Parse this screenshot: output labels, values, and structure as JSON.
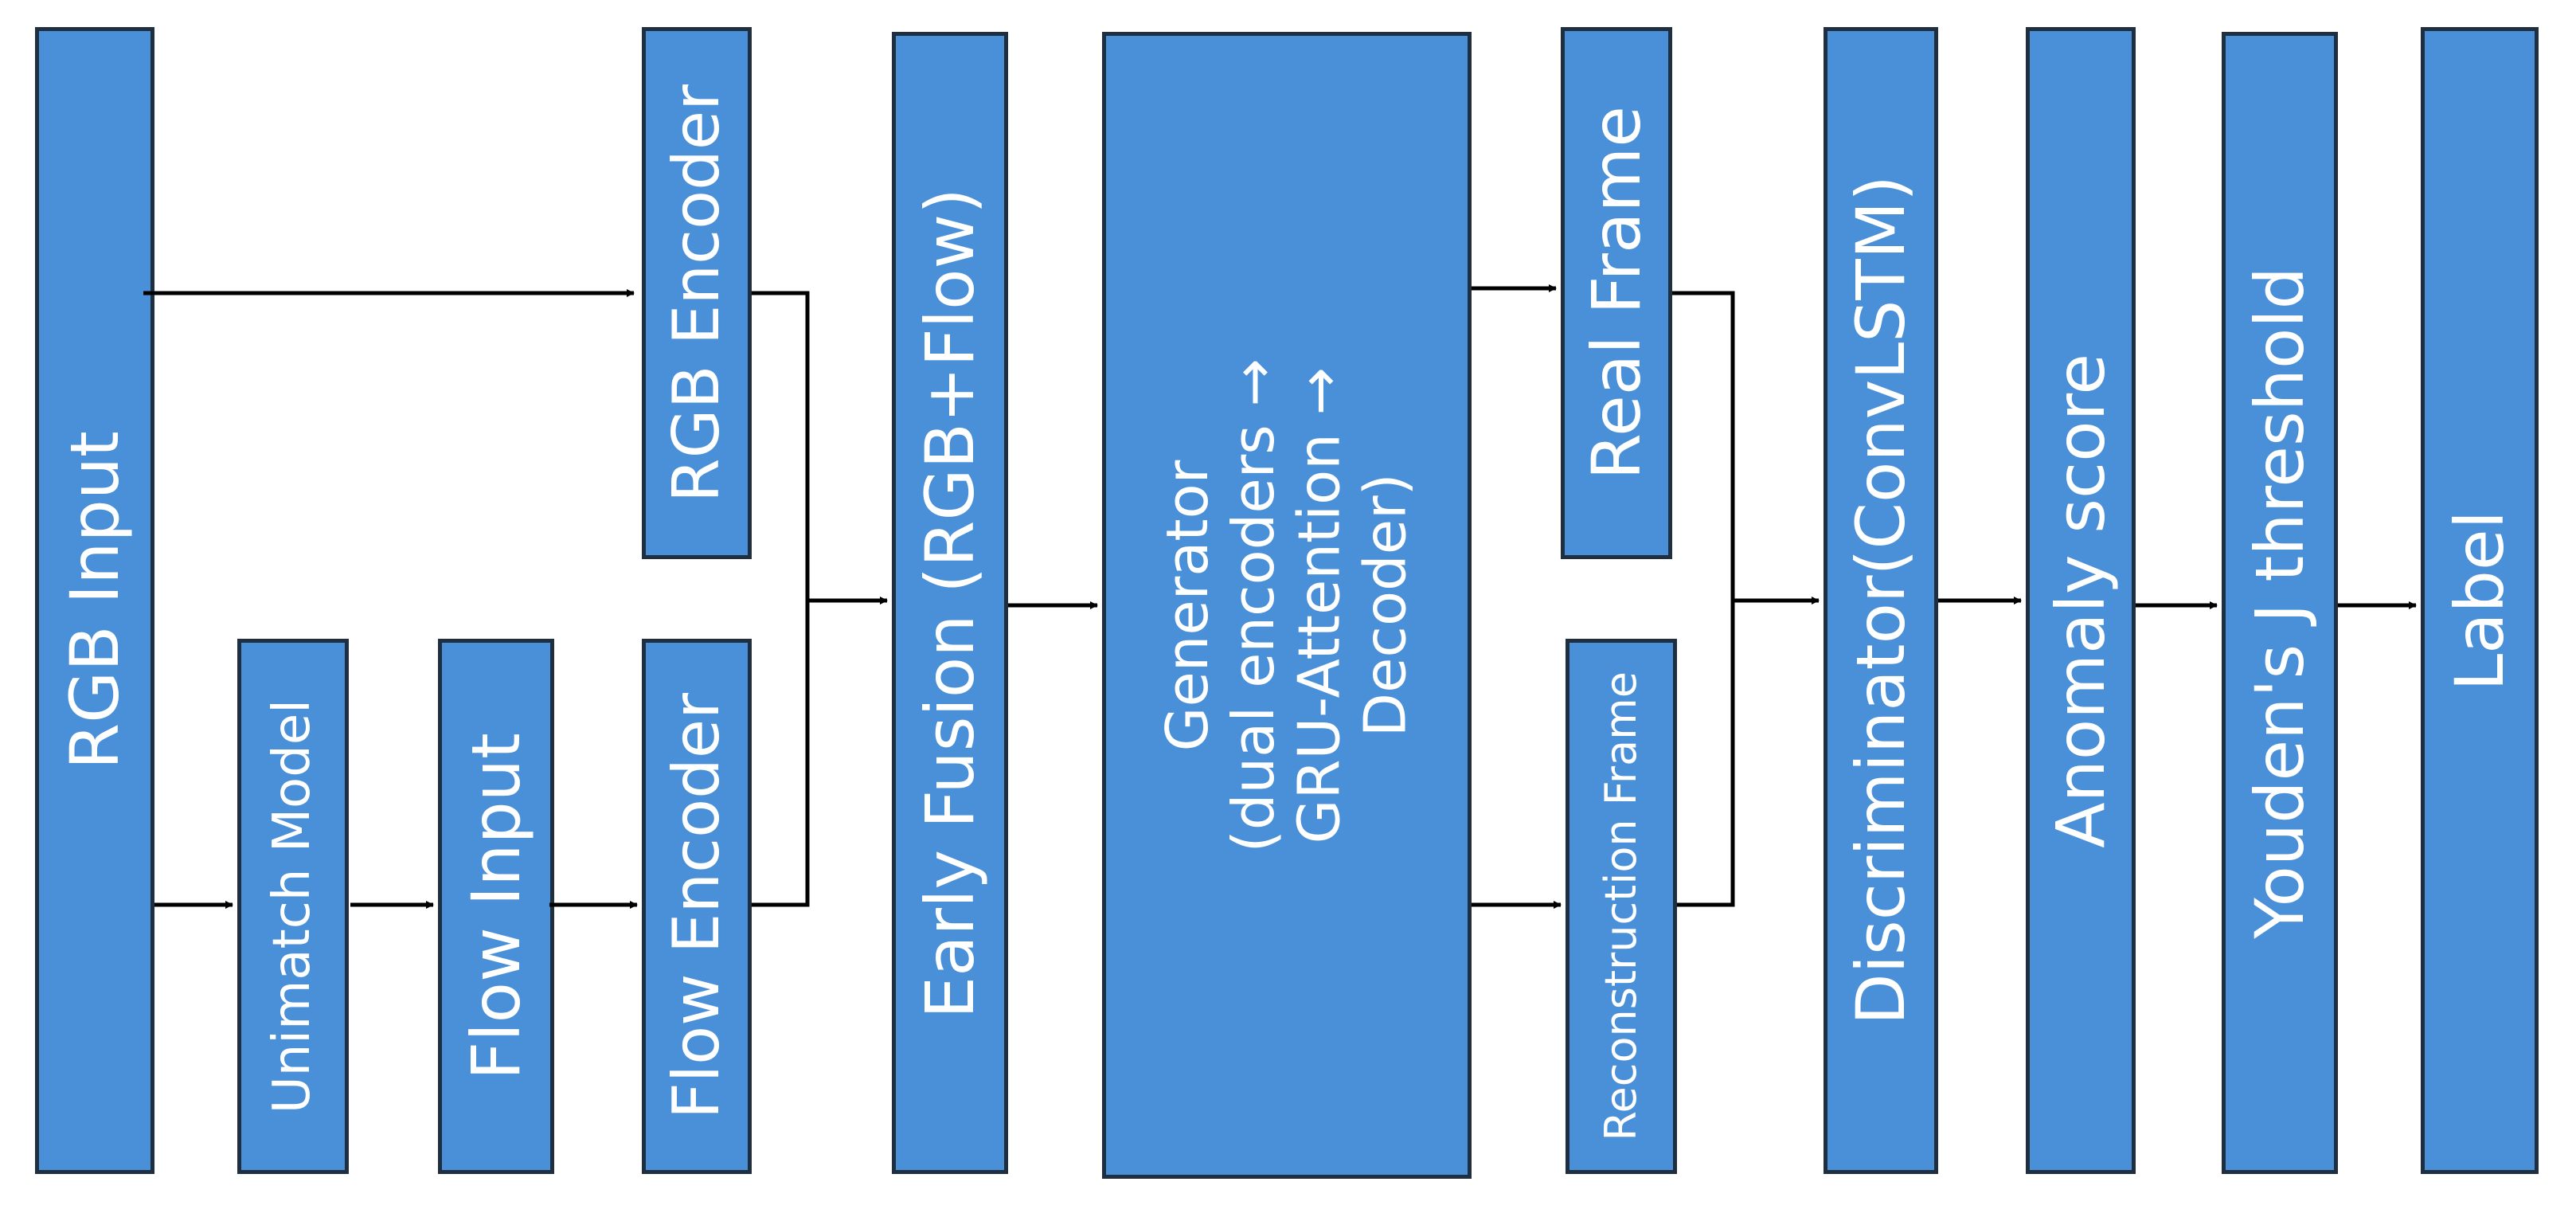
{
  "nodes": {
    "rgb_input": "RGB Input",
    "unimatch_model": "Unimatch Model",
    "flow_input": "Flow Input",
    "rgb_encoder": "RGB Encoder",
    "flow_encoder": "Flow Encoder",
    "early_fusion": "Early Fusion (RGB+Flow)",
    "generator": "Generator\n(dual encoders →\nGRU-Attention →\nDecoder)",
    "real_frame": "Real Frame",
    "reconstruction_frame": "Reconstruction Frame",
    "discriminator": "Discriminator(ConvLSTM)",
    "anomaly_score": "Anomaly score",
    "youden_threshold": "Youden's J threshold",
    "label": "Label"
  },
  "colors": {
    "box_fill": "#4a90d9",
    "box_border": "#1f2f3f",
    "text": "#ffffff",
    "arrow": "#000000"
  }
}
